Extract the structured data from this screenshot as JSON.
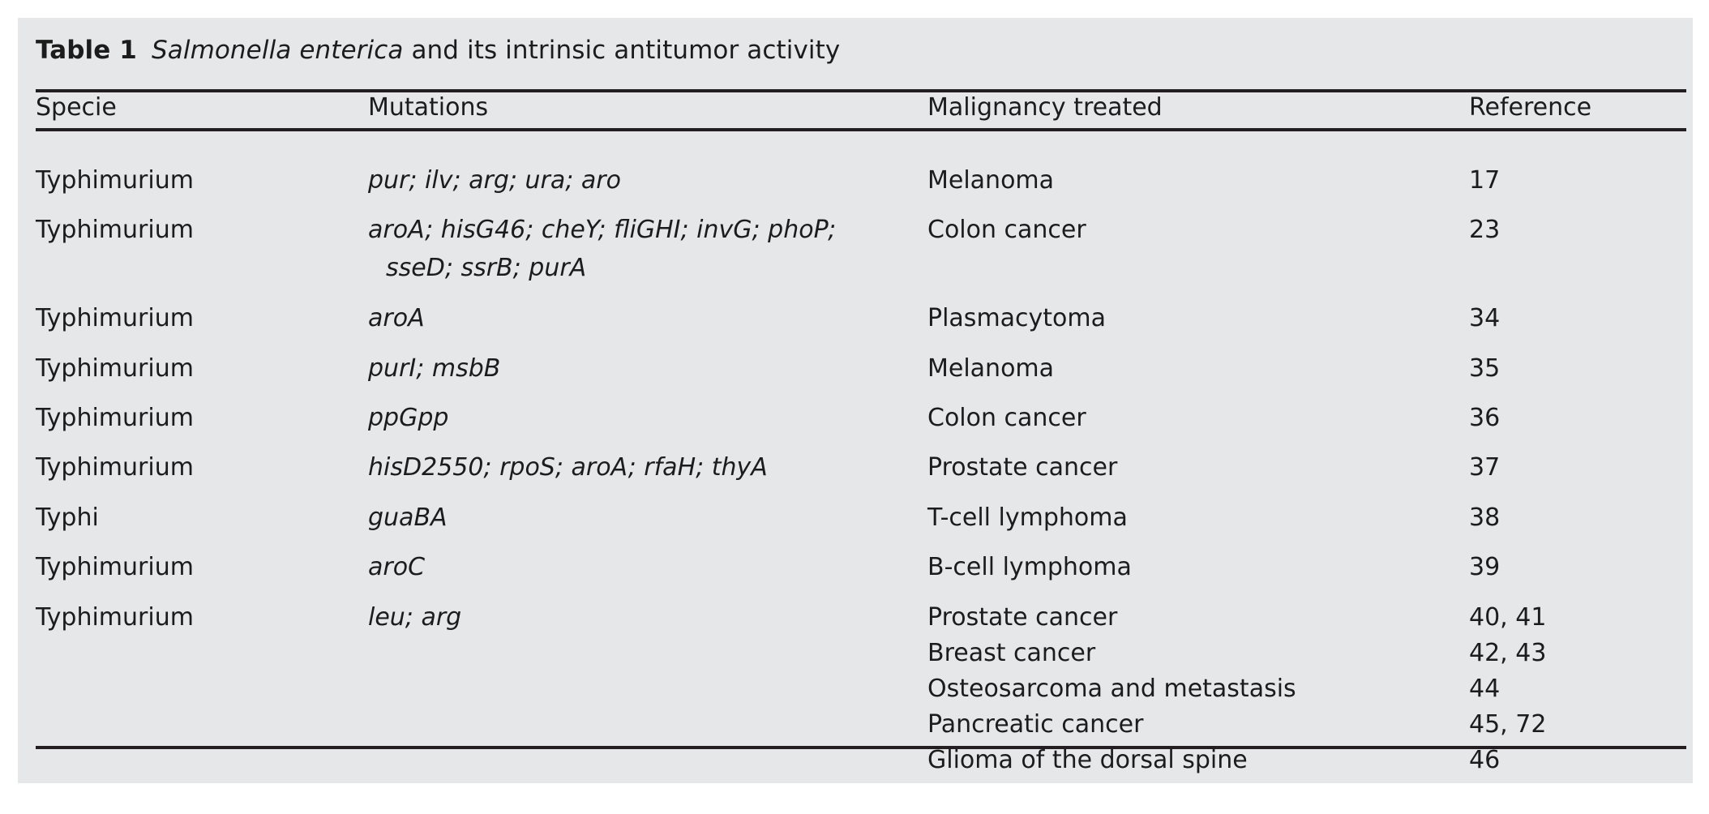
{
  "caption": {
    "label": "Table 1",
    "italic_part": "Salmonella enterica",
    "rest": " and its intrinsic antitumor activity"
  },
  "columns": {
    "specie": "Specie",
    "mutations": "Mutations",
    "malignancy": "Malignancy treated",
    "reference": "Reference"
  },
  "rows": [
    {
      "specie": "Typhimurium",
      "mutations": [
        "pur; ilv; arg; ura; aro"
      ],
      "malignancy": [
        "Melanoma"
      ],
      "reference": [
        "17"
      ]
    },
    {
      "specie": "Typhimurium",
      "mutations": [
        "aroA; hisG46; cheY; fliGHI; invG; phoP;",
        "sseD; ssrB; purA"
      ],
      "malignancy": [
        "Colon cancer"
      ],
      "reference": [
        "23"
      ]
    },
    {
      "specie": "Typhimurium",
      "mutations": [
        "aroA"
      ],
      "malignancy": [
        "Plasmacytoma"
      ],
      "reference": [
        "34"
      ]
    },
    {
      "specie": "Typhimurium",
      "mutations": [
        "purI; msbB"
      ],
      "malignancy": [
        "Melanoma"
      ],
      "reference": [
        "35"
      ]
    },
    {
      "specie": "Typhimurium",
      "mutations": [
        "ppGpp"
      ],
      "malignancy": [
        "Colon cancer"
      ],
      "reference": [
        "36"
      ]
    },
    {
      "specie": "Typhimurium",
      "mutations": [
        "hisD2550; rpoS; aroA; rfaH; thyA"
      ],
      "malignancy": [
        "Prostate cancer"
      ],
      "reference": [
        "37"
      ]
    },
    {
      "specie": "Typhi",
      "mutations": [
        "guaBA"
      ],
      "malignancy": [
        "T-cell lymphoma"
      ],
      "reference": [
        "38"
      ]
    },
    {
      "specie": "Typhimurium",
      "mutations": [
        "aroC"
      ],
      "malignancy": [
        "B-cell lymphoma"
      ],
      "reference": [
        "39"
      ]
    },
    {
      "specie": "Typhimurium",
      "mutations": [
        "leu; arg"
      ],
      "malignancy": [
        "Prostate cancer",
        "Breast cancer",
        "Osteosarcoma and metastasis",
        "Pancreatic cancer",
        "Glioma of the dorsal spine"
      ],
      "reference": [
        "40, 41",
        "42, 43",
        "44",
        "45, 72",
        "46"
      ]
    }
  ],
  "colors": {
    "panel_background": "#e5e7e9",
    "page_background": "#ffffff",
    "rule": "#231f20",
    "text": "#1c1c1c"
  }
}
